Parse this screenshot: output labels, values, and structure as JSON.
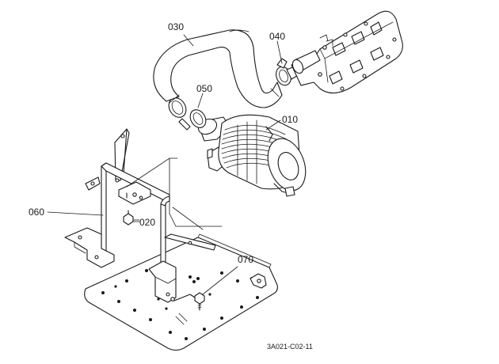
{
  "labels": {
    "air_cleaner": "010",
    "bolt": "020",
    "hose": "030",
    "clamp_manifold": "040",
    "clamp_cleaner": "050",
    "bracket": "060",
    "bolt_base": "070"
  },
  "drawing_code": "3A021-C02-11"
}
